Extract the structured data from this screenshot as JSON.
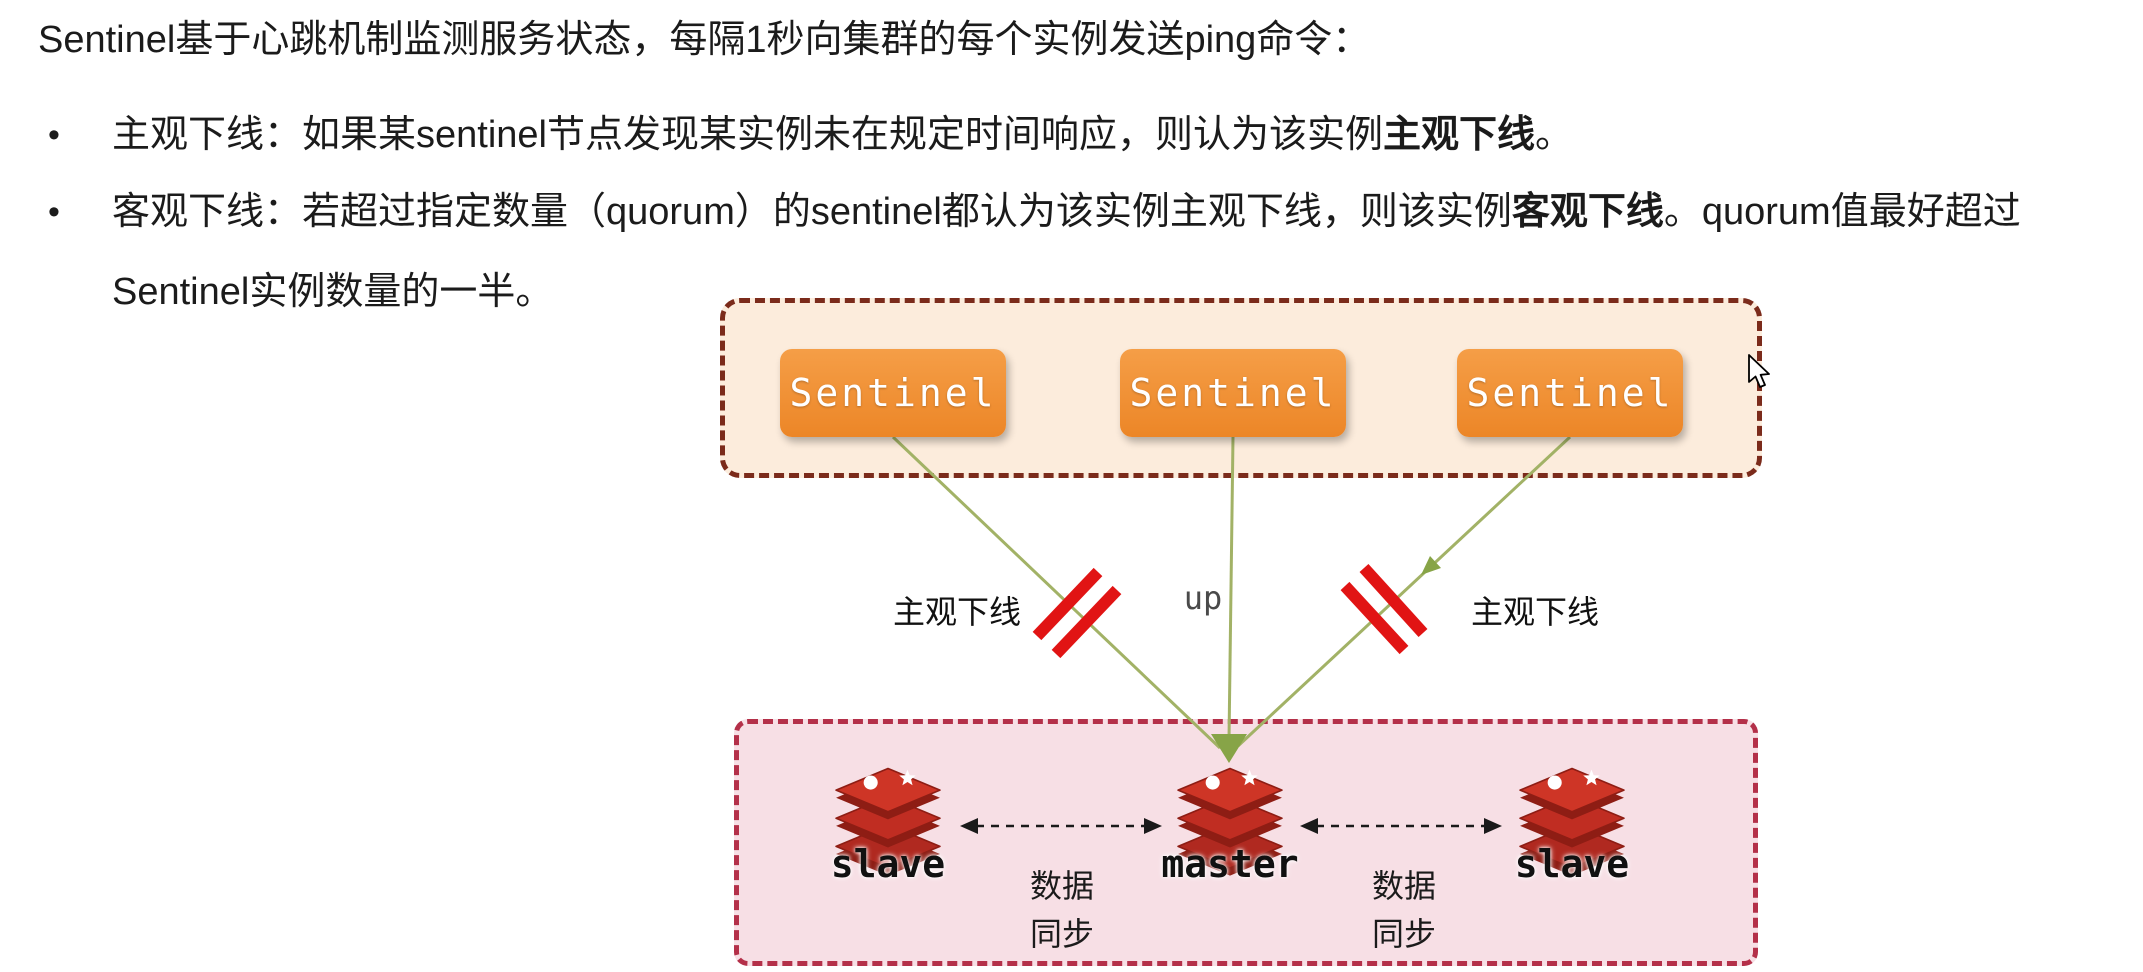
{
  "bullet_char": "•",
  "title": "Sentinel基于心跳机制监测服务状态，每隔1秒向集群的每个实例发送ping命令：",
  "bullets": [
    {
      "lead": "主观下线：如果某sentinel节点发现某实例未在规定时间响应，则认为该实例",
      "bold": "主观下线",
      "tail": "。"
    },
    {
      "lead": "客观下线：若超过指定数量（quorum）的sentinel都认为该实例主观下线，则该实例",
      "bold": "客观下线",
      "tail": "。quorum值最好超过Sentinel实例数量的一半。"
    }
  ],
  "diagram": {
    "sentinel_labels": [
      "Sentinel",
      "Sentinel",
      "Sentinel"
    ],
    "edge_labels": {
      "left_subjective_down": "主观下线",
      "up": "up",
      "right_subjective_down": "主观下线"
    },
    "nodes": {
      "left_slave": "slave",
      "master": "master",
      "right_slave": "slave"
    },
    "sync_labels": {
      "left": "数据\n同步",
      "right": "数据\n同步"
    },
    "colors": {
      "sentinel_box_orange": "#ec8627",
      "sentinel_container_border": "#7b2b1b",
      "sentinel_container_bg": "#fcecdc",
      "cluster_border": "#b43049",
      "cluster_bg": "#f7dfe5",
      "link_green": "#a2b266",
      "arrow_green": "#87a447",
      "break_red": "#e11414",
      "redis_red": "#c6302b"
    }
  }
}
